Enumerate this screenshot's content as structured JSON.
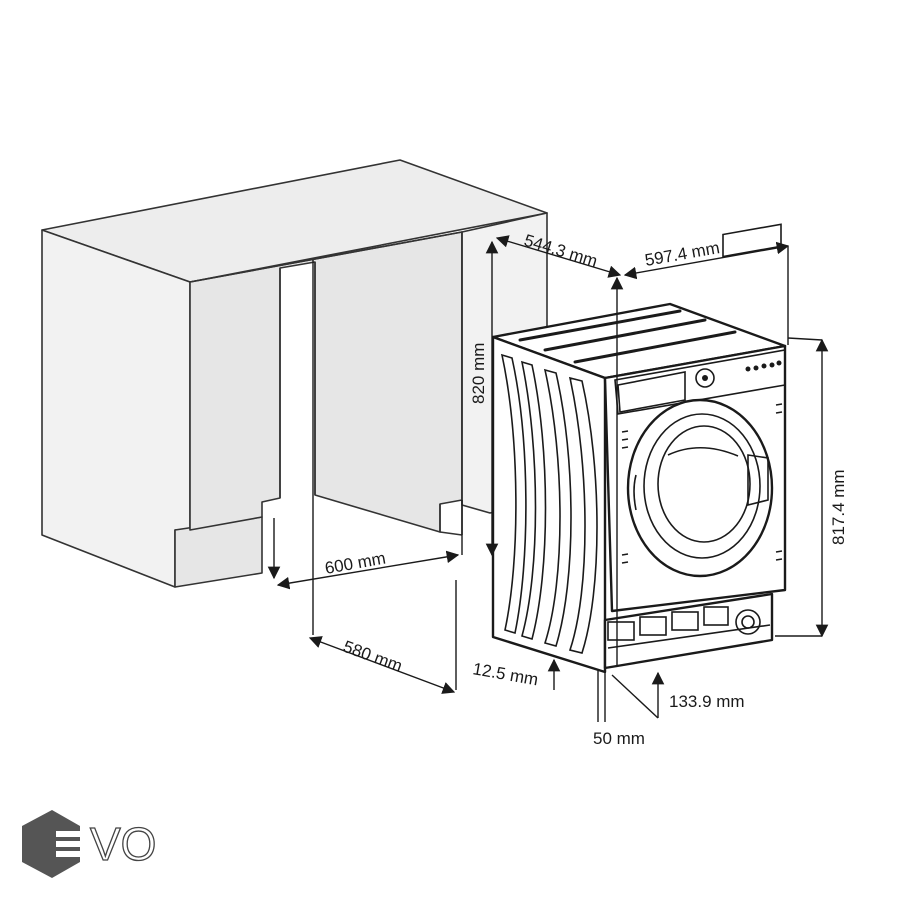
{
  "diagram": {
    "dimensions": {
      "d_544": "544.3 mm",
      "d_597": "597.4 mm",
      "d_820": "820 mm",
      "d_817": "817.4 mm",
      "d_600": "600 mm",
      "d_580": "580 mm",
      "d_12": "12.5 mm",
      "d_133": "133.9 mm",
      "d_50": "50 mm"
    }
  },
  "logo": {
    "text": "VO",
    "colors": {
      "hexagon": "#555555",
      "text_outline": "#444444"
    }
  }
}
